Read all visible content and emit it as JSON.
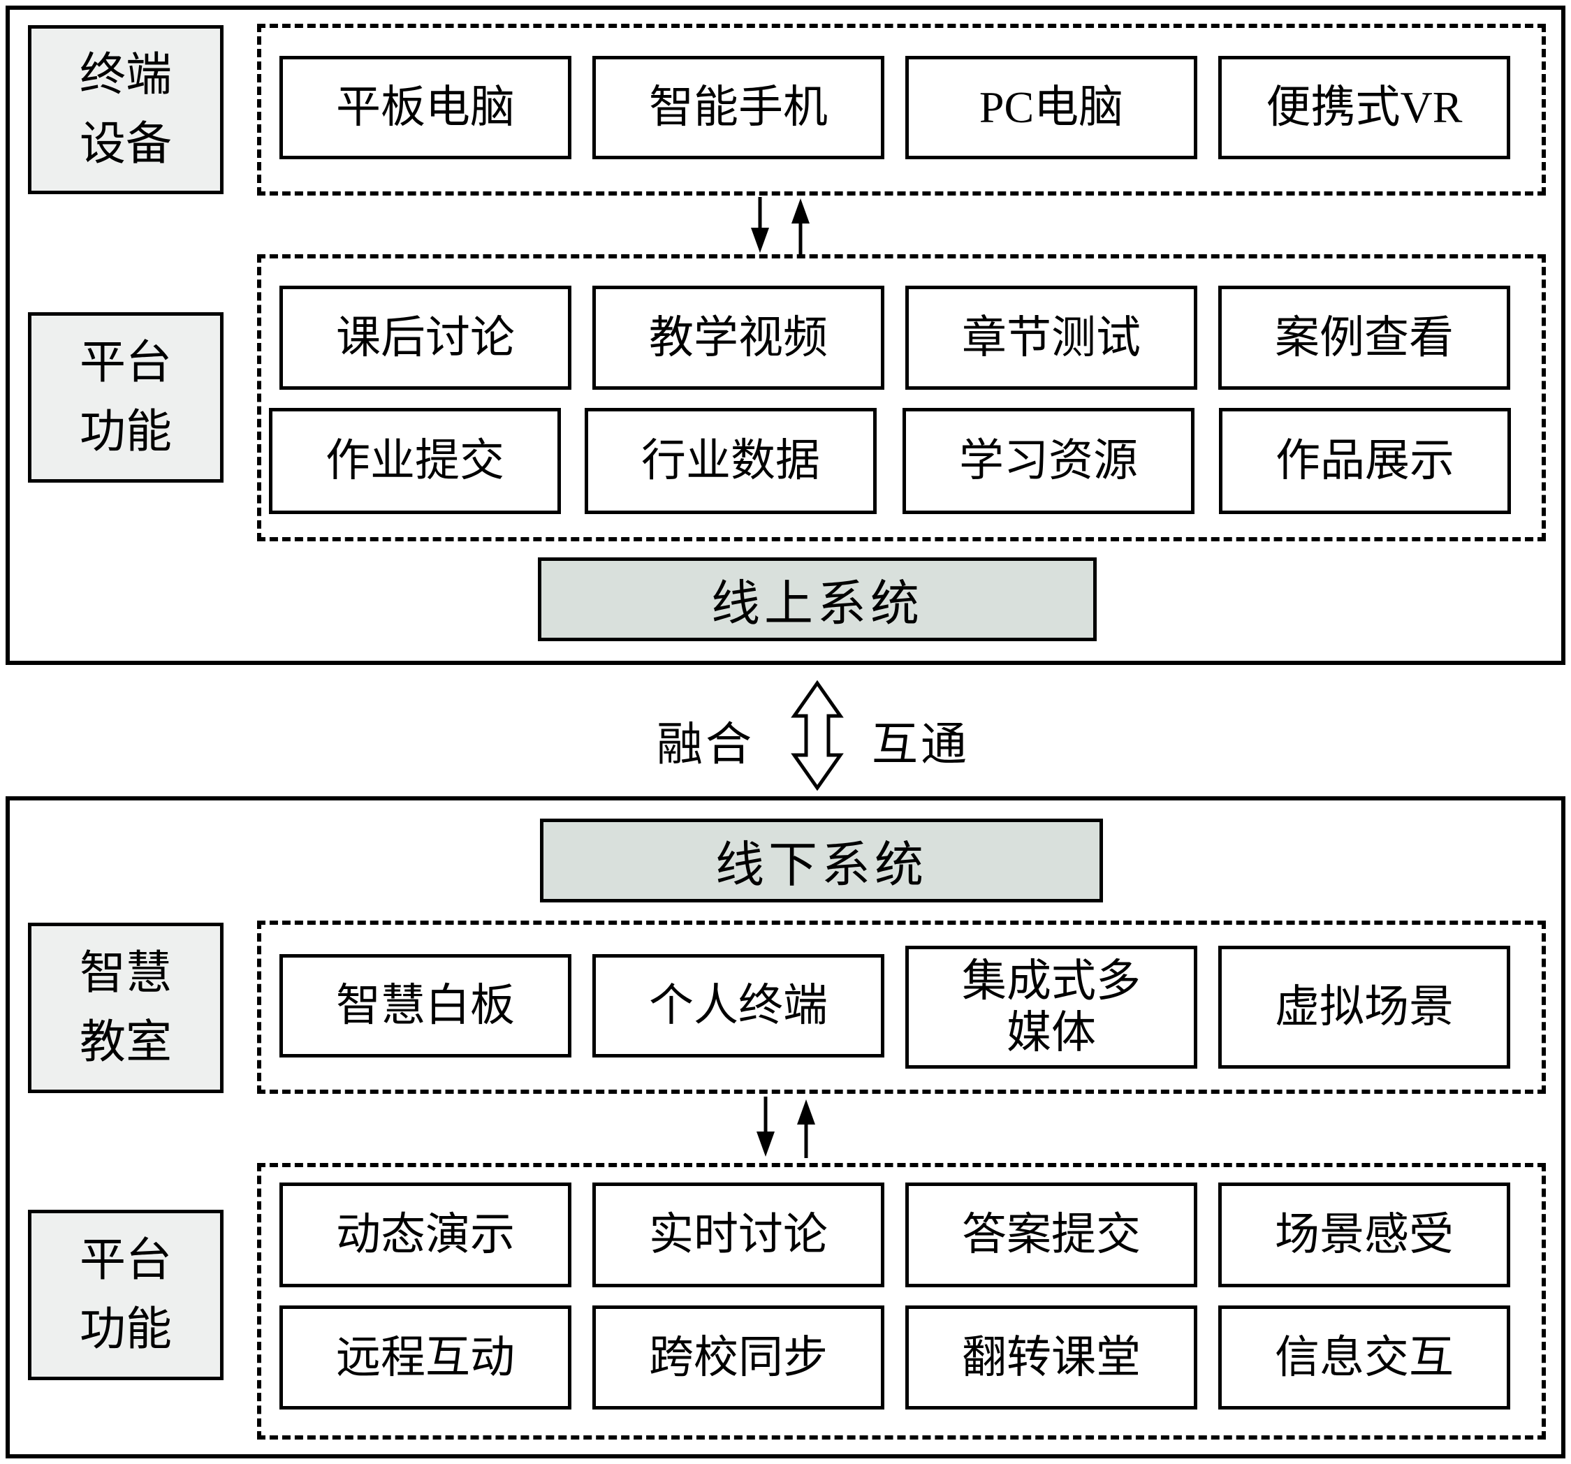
{
  "top": {
    "device_label": "终端\n设备",
    "devices": [
      "平板电脑",
      "智能手机",
      "PC电脑",
      "便携式VR"
    ],
    "platform_label": "平台\n功能",
    "functions_row1": [
      "课后讨论",
      "教学视频",
      "章节测试",
      "案例查看"
    ],
    "functions_row2": [
      "作业提交",
      "行业数据",
      "学习资源",
      "作品展示"
    ],
    "system_title": "线上系统"
  },
  "connector": {
    "left_label": "融合",
    "right_label": "互通"
  },
  "bottom": {
    "system_title": "线下系统",
    "classroom_label": "智慧\n教室",
    "classroom_items": [
      "智慧白板",
      "个人终端",
      "集成式多媒体",
      "虚拟场景"
    ],
    "platform_label": "平台\n功能",
    "functions_row1": [
      "动态演示",
      "实时讨论",
      "答案提交",
      "场景感受"
    ],
    "functions_row2": [
      "远程互动",
      "跨校同步",
      "翻转课堂",
      "信息交互"
    ]
  },
  "colors": {
    "label_box_bg": "#eef0ef",
    "system_box_bg": "#d9e0dc",
    "line": "#000000"
  }
}
